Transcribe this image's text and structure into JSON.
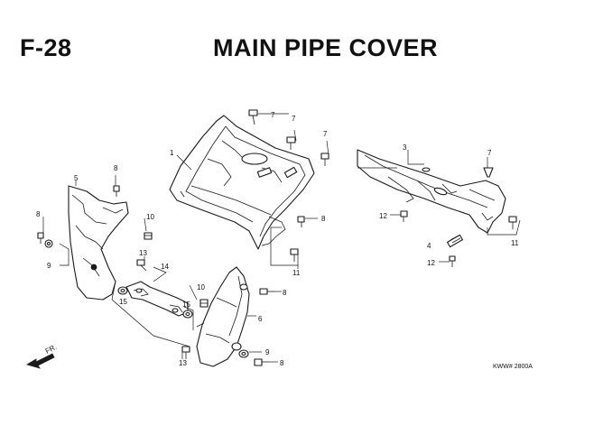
{
  "header": {
    "figure_number": "F-28",
    "title": "MAIN PIPE COVER"
  },
  "callouts": {
    "c1": "1",
    "c3": "3",
    "c4": "4",
    "c5": "5",
    "c6": "6",
    "c7a": "7",
    "c7b": "7",
    "c7c": "7",
    "c7d": "7",
    "c8a": "8",
    "c8b": "8",
    "c8c": "8",
    "c8d": "8",
    "c8e": "8",
    "c9a": "9",
    "c9b": "9",
    "c10a": "10",
    "c10b": "10",
    "c11a": "11",
    "c11b": "11",
    "c12a": "12",
    "c12b": "12",
    "c13a": "13",
    "c13b": "13",
    "c14": "14",
    "c15a": "15",
    "c15b": "15"
  },
  "front_indicator": "FR.",
  "diagram_code": "KWW# 2800A"
}
